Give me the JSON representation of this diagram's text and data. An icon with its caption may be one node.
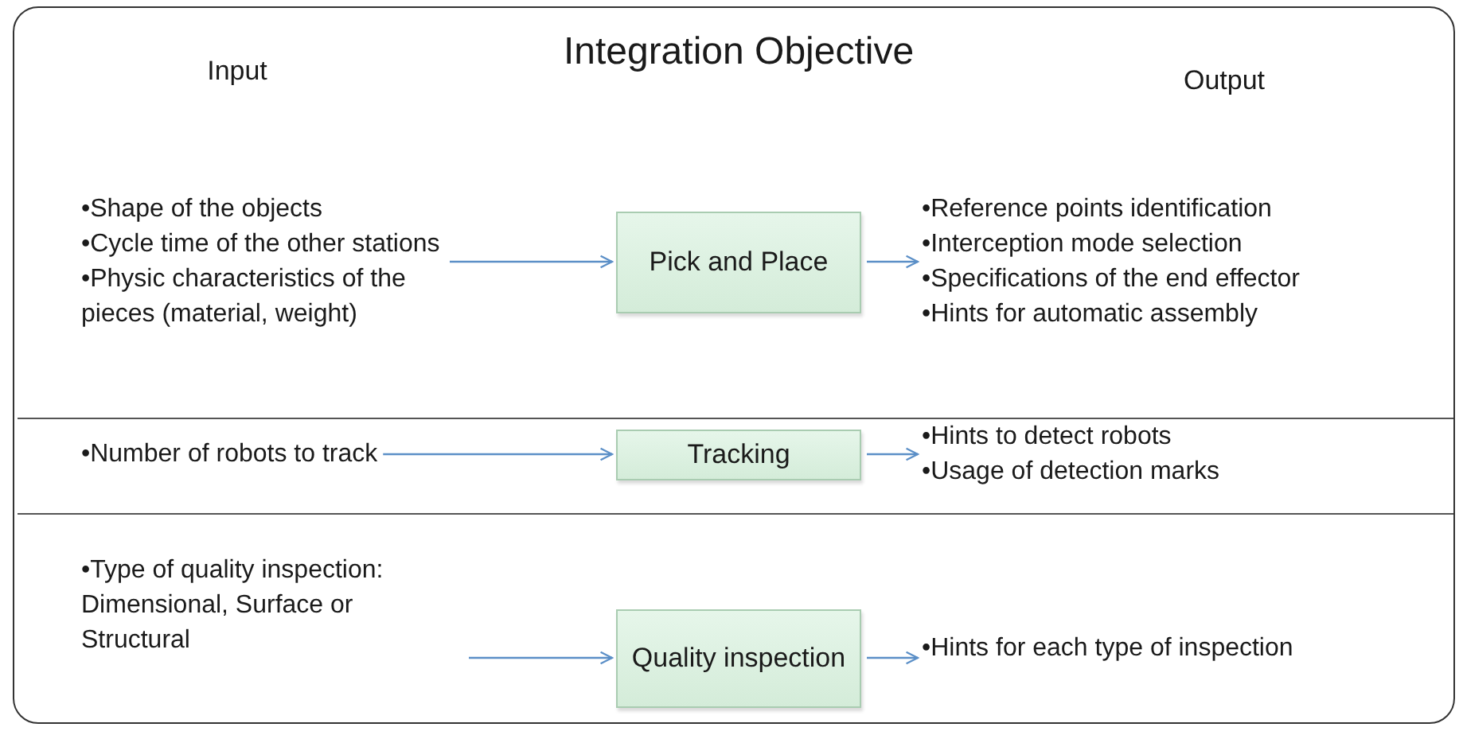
{
  "diagram": {
    "title": "Integration Objective",
    "nodes": [
      {
        "text": [
          "•Shape of the objects",
          "•Cycle time of the other stations",
          "•Physic characteristics of the pieces (material, weight)"
        ]
      },
      {
        "text": [
          "Pick and Place"
        ]
      },
      {
        "text": [
          "•Reference points identification",
          "•Interception mode selection",
          "•Specifications of the end effector",
          "•Hints for automatic assembly"
        ]
      },
      {
        "text": [
          "•Number of robots to track"
        ]
      },
      {
        "text": [
          "Tracking"
        ]
      },
      {
        "text": [
          "•Hints to detect robots",
          "•Usage of detection marks"
        ]
      },
      {
        "text": [
          "•Type of quality inspection: Dimensional, Surface or Structural"
        ]
      },
      {
        "text": [
          "Quality inspection"
        ]
      },
      {
        "text": [
          "•Hints for each type of inspection"
        ]
      }
    ],
    "edges": [
      {
        "from": 0,
        "to": 1,
        "arrow": "to"
      },
      {
        "from": 1,
        "to": 2,
        "arrow": "to"
      },
      {
        "from": 3,
        "to": 4,
        "arrow": "to"
      },
      {
        "from": 4,
        "to": 5,
        "arrow": "to"
      },
      {
        "from": 6,
        "to": 7,
        "arrow": "to"
      },
      {
        "from": 7,
        "to": 8,
        "arrow": "to"
      }
    ],
    "labels": [
      "Input",
      "Output"
    ]
  }
}
